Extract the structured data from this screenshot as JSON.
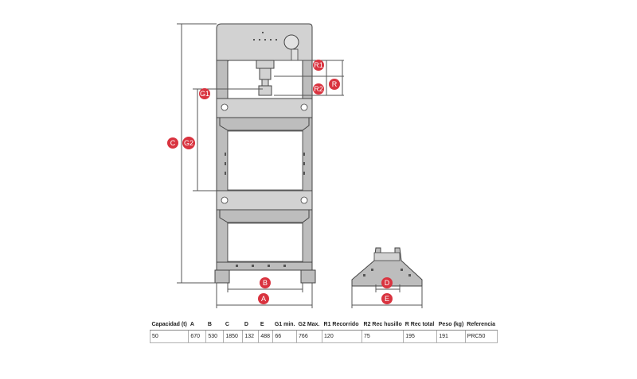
{
  "labels": {
    "A": "A",
    "B": "B",
    "C": "C",
    "D": "D",
    "E": "E",
    "G1": "G1",
    "G2": "G2",
    "R": "R",
    "R1": "R1",
    "R2": "R2"
  },
  "colors": {
    "badge": "#d9333f",
    "frame": "#bdbdbd"
  },
  "table": {
    "headers": [
      "Capacidad (t)",
      "A",
      "B",
      "C",
      "D",
      "E",
      "G1 min.",
      "G2 Max.",
      "R1 Recorrido",
      "R2 Rec husillo",
      "R Rec total",
      "Peso (kg)",
      "Referencia"
    ],
    "rows": [
      [
        "50",
        "670",
        "530",
        "1850",
        "132",
        "488",
        "66",
        "766",
        "120",
        "75",
        "195",
        "191",
        "PRC50"
      ]
    ]
  }
}
